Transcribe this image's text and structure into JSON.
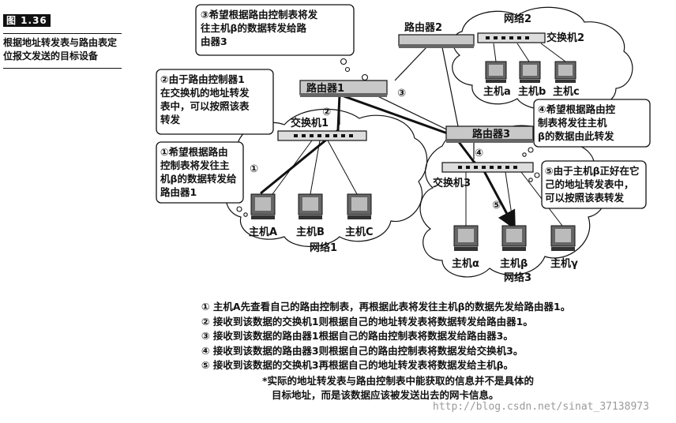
{
  "figure": {
    "tag": "图 1.36",
    "caption": "根据地址转发表与路由表定位报文发送的目标设备"
  },
  "devices": {
    "router1": "路由器1",
    "router2": "路由器2",
    "router3": "路由器3",
    "switch1": "交换机1",
    "switch2": "交换机2",
    "switch3": "交换机3"
  },
  "networks": {
    "net1": "网络1",
    "net2": "网络2",
    "net3": "网络3"
  },
  "hosts": {
    "hostA": "主机A",
    "hostB": "主机B",
    "hostC": "主机C",
    "hosta": "主机a",
    "hostb": "主机b",
    "hostc": "主机c",
    "hostAlpha": "主机α",
    "hostBeta": "主机β",
    "hostGamma": "主机γ"
  },
  "callouts": {
    "c1": [
      "①希望根据路由",
      "控制表将发往主",
      "机β的数据转发给",
      "路由器1"
    ],
    "c2": [
      "②由于路由控制器1",
      "在交换机的地址转发",
      "表中，可以按照该表",
      "转发"
    ],
    "c3": [
      "③希望根据路由控制表将发",
      "往主机β的数据转发给路",
      "由器3"
    ],
    "c4": [
      "④希望根据路由控",
      "制表将发往主机",
      "β的数据由此转发"
    ],
    "c5": [
      "⑤由于主机β正好在它",
      "己的地址转发表中，",
      "可以按照该表转发"
    ]
  },
  "markers": {
    "m1": "①",
    "m2": "②",
    "m3": "③",
    "m4": "④",
    "m5": "⑤"
  },
  "steps": [
    "① 主机A先查看自己的路由控制表，再根据此表将发往主机β的数据先发给路由器1。",
    "② 接收到该数据的交换机1则根据自己的地址转发表将数据转发给路由器1。",
    "③ 接收到该数据的路由器1根据自己的路由控制表将数据发给路由器3。",
    "④ 接收到该数据的路由器3则根据自己的路由控制表将数据发给交换机3。",
    "⑤ 接收到该数据的交换机3再根据自己的地址转发表将数据发给主机β。"
  ],
  "note": [
    "*实际的地址转发表与路由控制表中能获取的信息并不是具体的",
    "目标地址，而是该数据应该被发送出去的网卡信息。"
  ],
  "watermark": "http://blog.csdn.net/sinat_37138973"
}
